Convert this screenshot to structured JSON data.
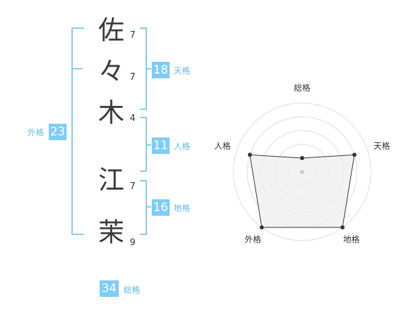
{
  "name_chars": [
    {
      "char": "佐",
      "strokes": "7"
    },
    {
      "char": "々",
      "strokes": "7"
    },
    {
      "char": "木",
      "strokes": "4"
    },
    {
      "char": "江",
      "strokes": "7"
    },
    {
      "char": "茉",
      "strokes": "9"
    }
  ],
  "fortunes": {
    "tenkaku": {
      "value": "18",
      "label": "天格"
    },
    "jinkaku": {
      "value": "11",
      "label": "人格"
    },
    "chikaku": {
      "value": "16",
      "label": "地格"
    },
    "gaikaku": {
      "value": "23",
      "label": "外格"
    },
    "soukaku": {
      "value": "34",
      "label": "総格"
    }
  },
  "chart_data": {
    "type": "radar",
    "axes": [
      "総格",
      "天格",
      "地格",
      "外格",
      "人格"
    ],
    "values": [
      1,
      4,
      5,
      5,
      4
    ],
    "max": 5,
    "rings": 5,
    "colors": {
      "fill": "#eeeeee",
      "line": "#333333",
      "grid": "#dddddd",
      "accent": "#7fcdf7"
    }
  }
}
